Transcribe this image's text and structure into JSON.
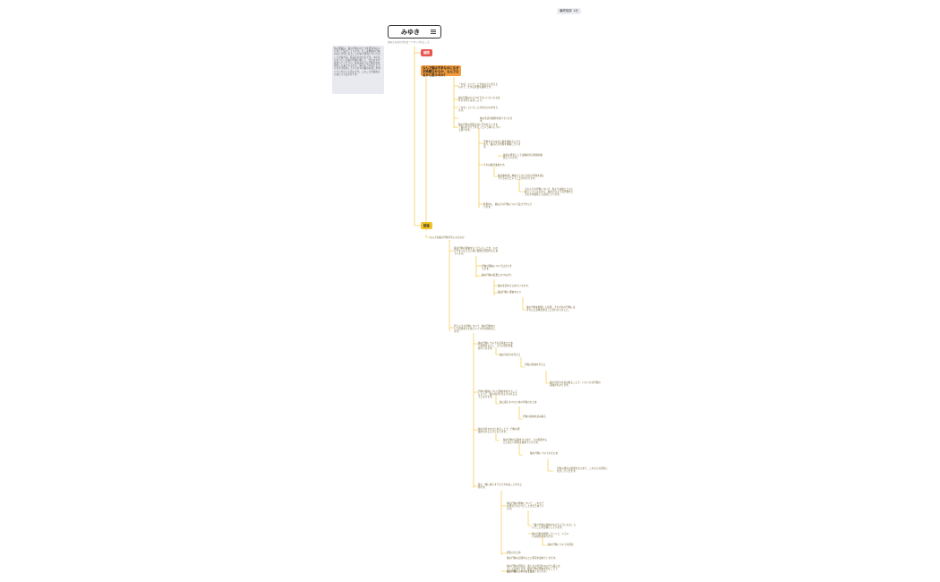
{
  "badge": "最終保存 1分",
  "root": {
    "title": "みゆき",
    "subtitle": "あなたのおかげのロードマップのところ"
  },
  "note": "私の愛猫は、猫の行動のひとつを研究中の人に対して協力しています。もし今後猫の行動のなにか気になることがあり研究についてのことがあれば、私はのおかげのです。今の気になっている猫の行動に関して、ぜひおかげを知ってください。私はみなさんで猫のみを研究しに来ている方と、猫のようなかたちでそのまま研究している方々の猫のお話しを伺っていきたいと思います。このことを進めるにあたっておかげです。",
  "tags": {
    "red": "疑問",
    "yellow": "結論"
  },
  "question": "なんで猫は不幸なのになぜお時間なかなか、なんでなるかと思うのか？",
  "branch1": [
    "「なぜ」ということがあるのと思えるもので、まずは主要な疑問です。",
    "猫の行動のひとつのうちにいろいろな点をまず見てみましょう。",
    "「なぜ」ということがあるのかを考えます。",
    "猫の生活の観察を続けていきます。",
    "猫の行動の研究は主に行われています。「猫はなぜそうする」という問いについて調べます。",
    "行動するのは主に餌を求めるときであり、猫はその行動を理解しています。",
    "最初の研究としては餌を得る時間を観察しています。",
    "それは猫が進めます。",
    "猫は餌を探し求めるときに自分の行動を選んでいるのだということがわかります。",
    "そのような行動について、私たちは猫とともに暮らしているなかで、猫がどのような行動をとるのかを観察して記録しています。",
    "結果的に、猫はその行動について自分で学んでいます。"
  ],
  "branch2": [
    "なんでお猫の行動が気になるのか",
    "猫は行動の理由をもっていることを、わかりやすく伝えるために観察の記録をまとめています。",
    "行動の理由についてはまた考えます。",
    "猫の行動の結果とのつながり",
    "猫の生活をまとめていきます。",
    "猫は行動に理由をもつ",
    "猫の行動を観察した結果、それぞれの行動にはきちんと意味があることがわかりました。",
    "同じような行動について、猫の行動をもとに結果をまとめていくつかの例を示します。",
    "猫の行動についての記録をまとめた結果をもとに、さらに研究を進めていきます。",
    "猫の気持ちを考える",
    "行動の意味を考える",
    "猫の気持ちを読み取ることで、いろいろな行動の意味がわかります。",
    "行動の理由について観察を続けることによって、猫の気持ちがよりわかるようになります。",
    "猫と暮らす人のための行動のまとめ",
    "行動の意味を読み取る",
    "猫の気持ちをまとめることで、行動の理由がわかるようになります。",
    "猫の行動の記録をまとめて、その結果をもとに新しい研究を進めていきます。",
    "猫の行動についてのまとめ",
    "行動の研究の結果をまとめて、これからの研究に生かしていきます。",
    "猫と一緒に暮らすうえで大切なことをまとめます。",
    "猫の行動の理由について、これまでの研究でわかったことをまとめています。",
    "「猫の行動の意味がわかるようになる」ということを目標にしています。",
    "猫の行動を観察していくと、いろいろな発見があります。",
    "猫の行動についての研究",
    "研究のまとめ",
    "猫の行動の記録をもとに研究を進めていきます。",
    "猫の行動の研究は、私たちの生活のなかでも役に立つことがあります。猫の行動の理由を知ることで、猫との暮らしがもっと楽しくなります。",
    "猫の行動についてのまとめ"
  ]
}
